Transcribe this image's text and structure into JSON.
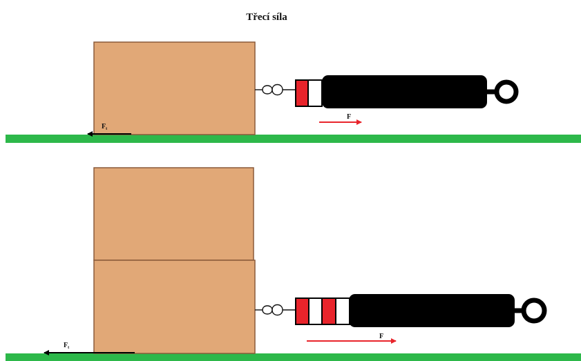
{
  "title": "Třecí síla",
  "colors": {
    "ground": "#2db84a",
    "box_fill": "#e1a877",
    "box_stroke": "#8a5a3a",
    "gauge_body": "#000000",
    "gauge_red": "#e8242b",
    "pull_arrow": "#e8242b",
    "friction_arrow": "#000000"
  },
  "scenes": [
    {
      "id": "one-box",
      "box_count": 1,
      "gauge_red_segments": 1,
      "friction_label": {
        "main": "F",
        "sub": "t"
      },
      "pull_label": {
        "main": "F",
        "sub": ""
      }
    },
    {
      "id": "two-boxes",
      "box_count": 2,
      "gauge_red_segments": 2,
      "friction_label": {
        "main": "F",
        "sub": "t"
      },
      "pull_label": {
        "main": "F",
        "sub": ""
      }
    }
  ]
}
